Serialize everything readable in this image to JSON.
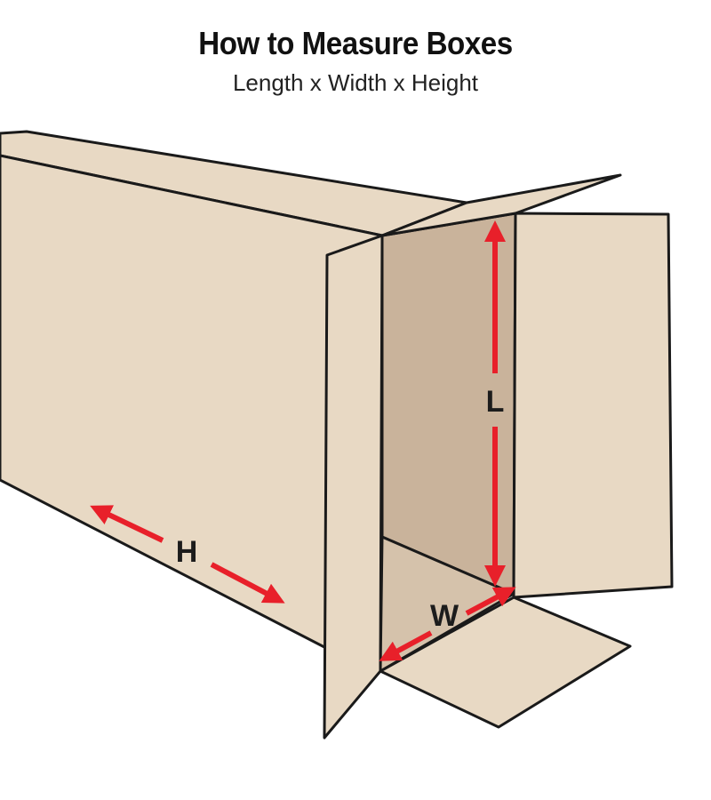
{
  "title": "How to Measure Boxes",
  "subtitle": "Length x Width x Height",
  "dimensions": {
    "length_label": "L",
    "width_label": "W",
    "height_label": "H"
  },
  "colors": {
    "cardboard_light": "#e8d9c4",
    "cardboard_inner": "#c9b39b",
    "outline": "#1a1a1a",
    "arrow": "#e8202a"
  }
}
